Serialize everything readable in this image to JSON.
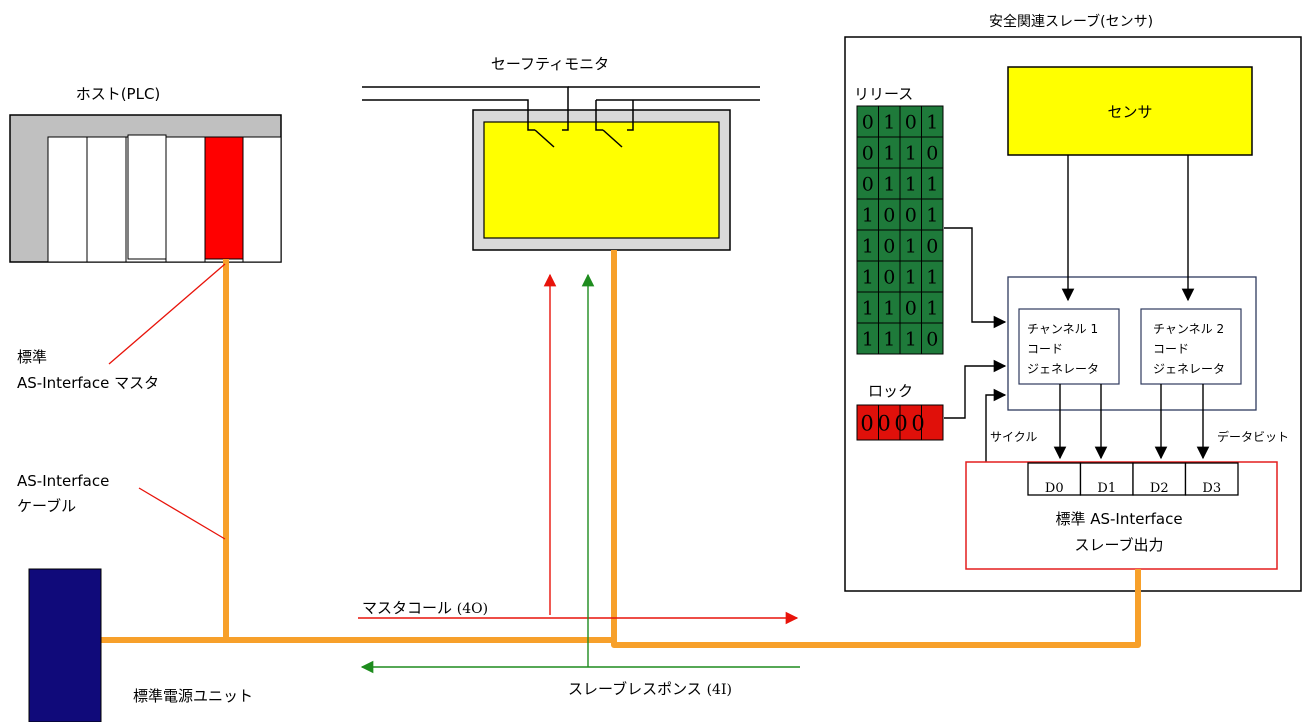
{
  "labels": {
    "host_plc": "ホスト(PLC)",
    "safety_monitor": "セーフティモニタ",
    "safety_slave": "安全関連スレーブ(センサ)",
    "release": "リリース",
    "lock": "ロック",
    "sensor": "センサ",
    "channel1": [
      "チャンネル 1",
      "コード",
      "ジェネレータ"
    ],
    "channel2": [
      "チャンネル 2",
      "コード",
      "ジェネレータ"
    ],
    "cycle": "サイクル",
    "data_bit": "データビット",
    "slave_output": [
      "標準 AS-Interface",
      "スレーブ出力"
    ],
    "master_label": [
      "標準",
      "AS-Interface マスタ"
    ],
    "cable_label": [
      "AS-Interface",
      "ケーブル"
    ],
    "master_call": "マスタコール",
    "master_call_code": "(4O)",
    "slave_response": "スレーブレスポンス",
    "slave_response_code": "(4I)",
    "power_unit": "標準電源ユニット"
  },
  "release_codes": [
    "0101",
    "0110",
    "0111",
    "1001",
    "1010",
    "1011",
    "1101",
    "1110"
  ],
  "lock_code": "0000",
  "data_bits": [
    "D0",
    "D1",
    "D2",
    "D3"
  ],
  "colors": {
    "cable": "#f7a02a",
    "release_cell": "#1e7a3a",
    "lock_cell": "#e0100a",
    "sensor_fill": "#ffff00",
    "monitor_fill": "#ffff00",
    "power_unit": "#100a7a",
    "plc_module_active": "#ff0000",
    "master_call_arrow": "#e8130a",
    "slave_response_arrow": "#1e8c1e"
  }
}
